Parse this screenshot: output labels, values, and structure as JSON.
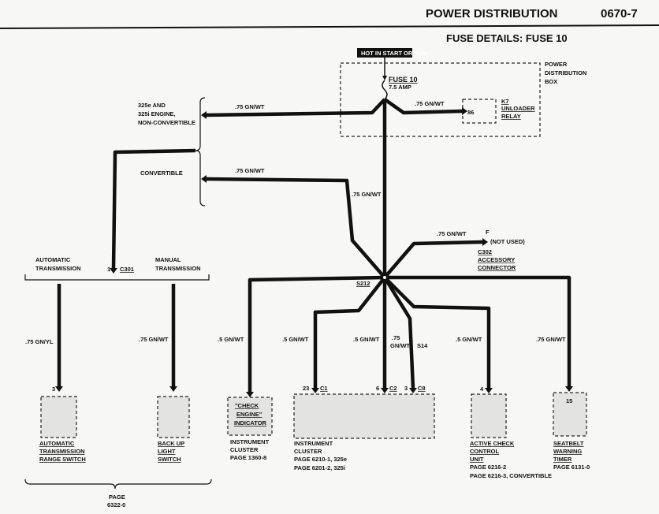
{
  "header": {
    "title": "POWER DISTRIBUTION",
    "code": "0670-7",
    "subtitle": "FUSE DETAILS: FUSE 10"
  },
  "hot_label": "HOT IN START OR RUN",
  "pdb": {
    "line1": "POWER",
    "line2": "DISTRIBUTION",
    "line3": "BOX"
  },
  "fuse": {
    "name": "FUSE 10",
    "rating": "7.5 AMP"
  },
  "relay": {
    "pin": "86",
    "line1": "K7",
    "line2": "UNLOADER",
    "line3": "RELAY"
  },
  "wires": {
    "w075gnwt": ".75 GN/WT",
    "w5gnwt": ".5 GN/WT",
    "w075gnyl": ".75 GN/YL",
    "w75": ".75",
    "wgnwt": "GN/WT"
  },
  "engine_label": {
    "line1": "325e AND",
    "line2": "325i ENGINE,",
    "line3": "NON-CONVERTIBLE"
  },
  "convertible": "CONVERTIBLE",
  "splice": "S212",
  "splice2": "S14",
  "c302": {
    "pin": "F",
    "not_used": "(NOT USED)",
    "line1": "C302",
    "line2": "ACCESSORY",
    "line3": "CONNECTOR"
  },
  "trans": {
    "auto1": "AUTOMATIC",
    "auto2": "TRANSMISSION",
    "man1": "MANUAL",
    "man2": "TRANSMISSION",
    "pin": "1",
    "conn": "C301"
  },
  "components": {
    "auto_switch": {
      "pin": "3",
      "line1": "AUTOMATIC",
      "line2": "TRANSMISSION",
      "line3": "RANGE SWITCH"
    },
    "backup": {
      "line1": "BACK UP",
      "line2": "LIGHT",
      "line3": "SWITCH"
    },
    "check_engine": {
      "line1": "\"CHECK",
      "line2": "ENGINE\"",
      "line3": "INDICATOR",
      "cap1": "INSTRUMENT",
      "cap2": "CLUSTER",
      "cap3": "PAGE 1360-8"
    },
    "cluster": {
      "pin1": "23",
      "conn1": "C1",
      "pin2": "6",
      "conn2": "C2",
      "pin3": "3",
      "conn3": "C8",
      "cap1": "INSTRUMENT",
      "cap2": "CLUSTER",
      "cap3": "PAGE 6210-1, 325e",
      "cap4": "PAGE 6201-2, 325i"
    },
    "active_check": {
      "pin": "4",
      "line1": "ACTIVE CHECK",
      "line2": "CONTROL",
      "line3": "UNIT",
      "cap1": "PAGE 6216-2",
      "cap2": "PAGE 6216-3, CONVERTIBLE"
    },
    "seatbelt": {
      "pin": "15",
      "line1": "SEATBELT",
      "line2": "WARNING",
      "line3": "TIMER",
      "cap1": "PAGE 6131-0"
    }
  },
  "footer_page": {
    "line1": "PAGE",
    "line2": "6322-0"
  }
}
